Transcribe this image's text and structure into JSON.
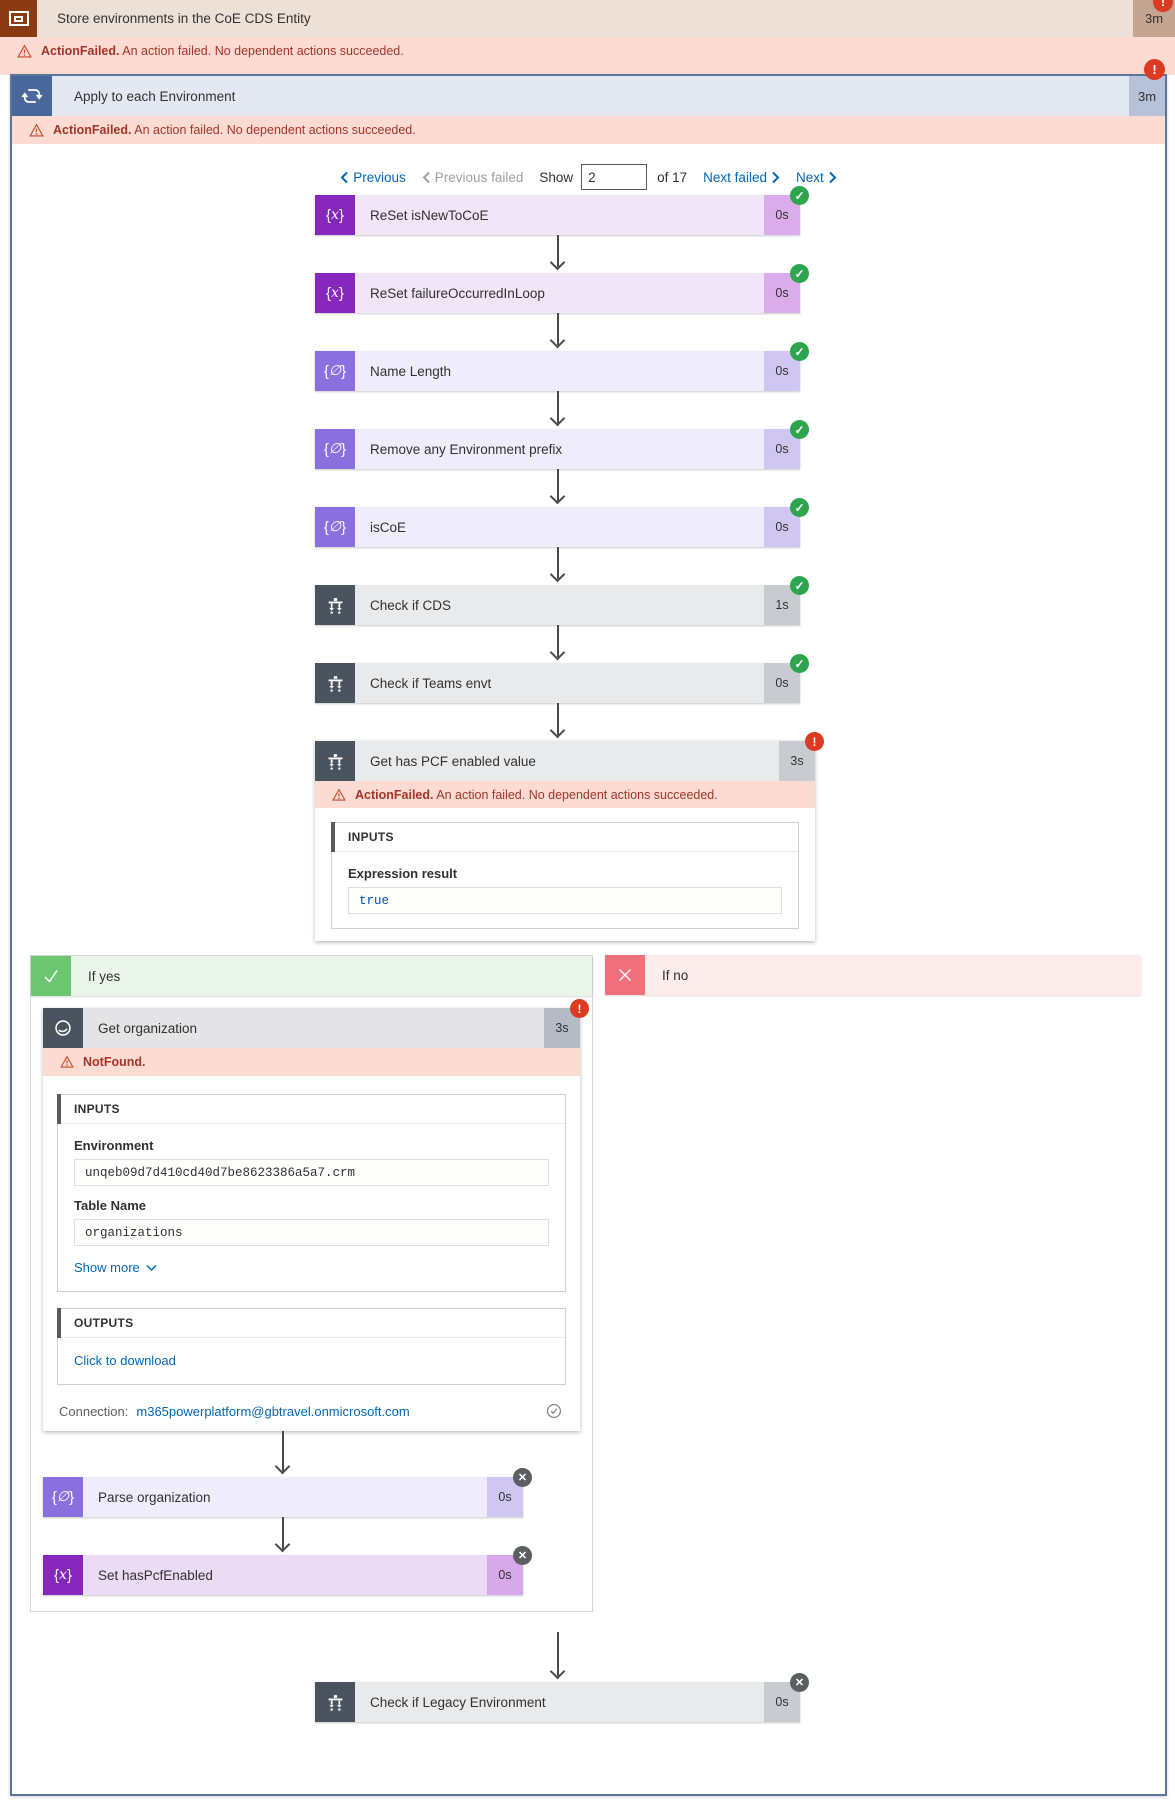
{
  "scope": {
    "title": "Store environments in the CoE CDS Entity",
    "duration": "3m",
    "error_badge": "!",
    "error_code": "ActionFailed.",
    "error_message": "An action failed. No dependent actions succeeded."
  },
  "loop": {
    "title": "Apply to each Environment",
    "duration": "3m",
    "error_badge": "!",
    "error_code": "ActionFailed.",
    "error_message": "An action failed. No dependent actions succeeded."
  },
  "pager": {
    "previous": "Previous",
    "previous_failed": "Previous failed",
    "show_label": "Show",
    "show_value": "2",
    "of_label": "of 17",
    "next_failed": "Next failed",
    "next": "Next"
  },
  "actions": {
    "reset_isnewtocoe": {
      "title": "ReSet isNewToCoE",
      "duration": "0s",
      "status": "succeeded"
    },
    "reset_failure": {
      "title": "ReSet failureOccurredInLoop",
      "duration": "0s",
      "status": "succeeded"
    },
    "name_length": {
      "title": "Name Length",
      "duration": "0s",
      "status": "succeeded"
    },
    "remove_prefix": {
      "title": "Remove any Environment prefix",
      "duration": "0s",
      "status": "succeeded"
    },
    "iscoe": {
      "title": "isCoE",
      "duration": "0s",
      "status": "succeeded"
    },
    "check_cds": {
      "title": "Check if CDS",
      "duration": "1s",
      "status": "succeeded"
    },
    "check_teams": {
      "title": "Check if Teams envt",
      "duration": "0s",
      "status": "succeeded"
    },
    "get_pcf": {
      "title": "Get has PCF enabled value",
      "duration": "3s",
      "status": "failed",
      "error_code": "ActionFailed.",
      "error_message": "An action failed. No dependent actions succeeded.",
      "inputs_label": "INPUTS",
      "expression_label": "Expression result",
      "expression_value": "true"
    },
    "if_yes": {
      "label": "If yes"
    },
    "if_no": {
      "label": "If no"
    },
    "get_org": {
      "title": "Get organization",
      "duration": "3s",
      "status": "failed",
      "error_code": "NotFound.",
      "inputs_label": "INPUTS",
      "env_label": "Environment",
      "env_value": "unqeb09d7d410cd40d7be8623386a5a7.crm",
      "table_label": "Table Name",
      "table_value": "organizations",
      "show_more": "Show more",
      "outputs_label": "OUTPUTS",
      "download_link": "Click to download",
      "connection_label": "Connection:",
      "connection_value": "m365powerplatform@gbtravel.onmicrosoft.com"
    },
    "parse_org": {
      "title": "Parse organization",
      "duration": "0s",
      "status": "skipped"
    },
    "set_pcf": {
      "title": "Set hasPcfEnabled",
      "duration": "0s",
      "status": "skipped"
    },
    "check_legacy": {
      "title": "Check if Legacy Environment",
      "duration": "0s",
      "status": "skipped"
    }
  },
  "badges": {
    "success": "✓",
    "failed": "!",
    "skipped": "✕"
  },
  "colors": {
    "success_green": "#2DA44E",
    "error_red": "#DC3A23",
    "skipped_gray": "#5C5F62",
    "link_blue": "#0067B8",
    "scope_rust": "#8A3B12",
    "loop_blue": "#4A679C",
    "variable_purple": "#8626BD",
    "compose_purple": "#8A70DE",
    "condition_slate": "#49545E",
    "error_strip": "#FCDCD2",
    "if_yes_green": "#6CC570",
    "if_no_red": "#F0707B"
  }
}
